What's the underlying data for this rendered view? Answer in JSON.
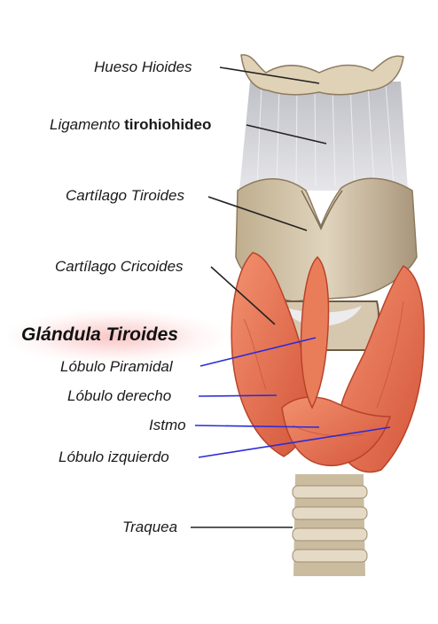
{
  "labels": {
    "hueso_hioides": "Hueso Hioides",
    "ligamento": "Ligamento",
    "tirohiohideo": "tirohiohideo",
    "cartilago_tiroides": "Cartílago Tiroides",
    "cartilago_cricoides": "Cartílago Cricoides",
    "glandula_tiroides": "Glándula Tiroides",
    "lobulo_piramidal": "Lóbulo Piramidal",
    "lobulo_derecho": "Lóbulo derecho",
    "istmo": "Istmo",
    "lobulo_izquierdo": "Lóbulo izquierdo",
    "traquea": "Traquea"
  },
  "colors": {
    "cartilage": "#cdbfa6",
    "cartilage_shade": "#9c8a6e",
    "ligament": "#d6d6da",
    "thyroid": "#e8714f",
    "thyroid_dark": "#c9462a",
    "leader_black": "#222222",
    "leader_blue": "#2b2bd9"
  }
}
